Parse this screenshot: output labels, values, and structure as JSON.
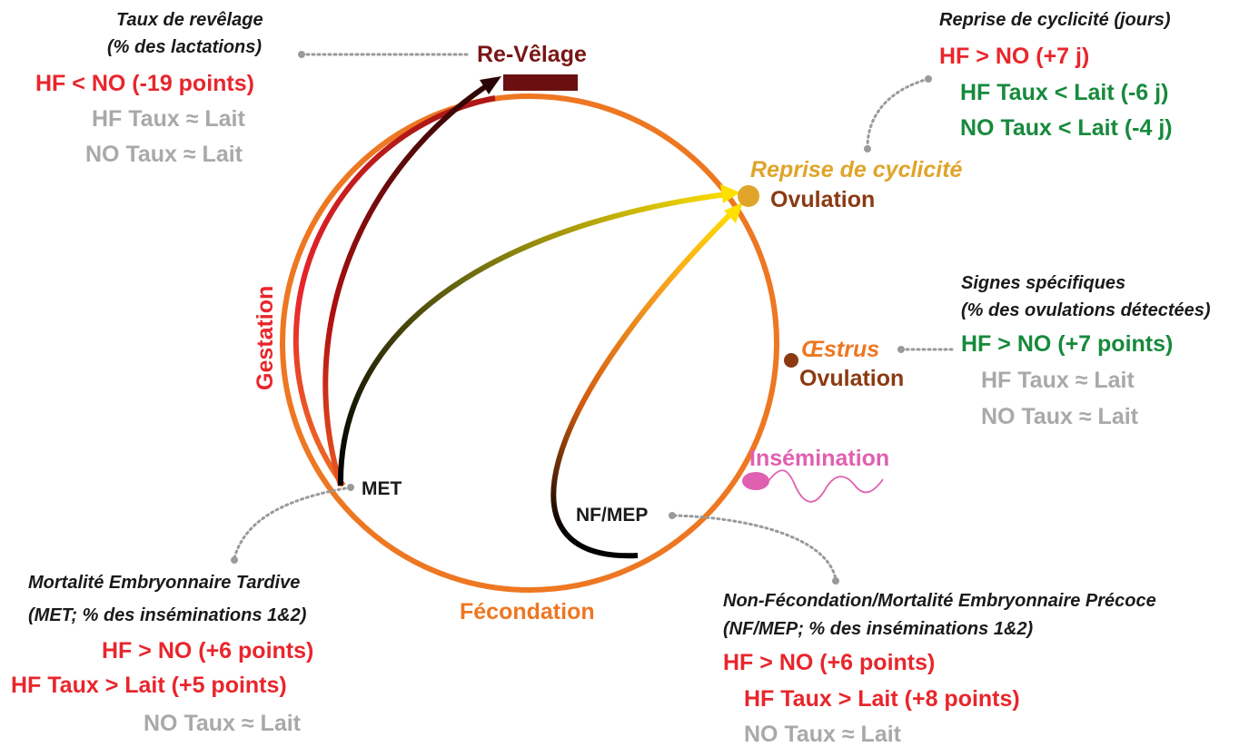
{
  "diagram": {
    "stages": {
      "revelage": "Re-Vêlage",
      "reprise_cyclicite": "Reprise de cyclicité",
      "ovulation_1": "Ovulation",
      "oestrus": "Œstrus",
      "ovulation_2": "Ovulation",
      "insemination": "Insémination",
      "fecondation": "Fécondation",
      "gestation": "Gestation",
      "met": "MET",
      "nf_mep": "NF/MEP"
    },
    "colors": {
      "cycle": "#ee7722",
      "gestation": "#e8262c",
      "revelage_bar": "#6b1010",
      "ovulation_dot": "#e0a42a",
      "oestrus_dot": "#8b3a12",
      "insemination": "#e060b0"
    },
    "annotations": {
      "revelage": {
        "title": "Taux de revêlage",
        "subtitle": "(% des lactations)",
        "lines": [
          "HF < NO (-19 points)",
          "HF Taux ≈ Lait",
          "NO Taux ≈ Lait"
        ]
      },
      "cyclicite": {
        "title": "Reprise de cyclicité (jours)",
        "lines": [
          "HF > NO (+7 j)",
          "HF Taux < Lait (-6 j)",
          "NO Taux < Lait (-4 j)"
        ]
      },
      "signes": {
        "title": "Signes spécifiques",
        "subtitle": "(% des ovulations détectées)",
        "lines": [
          "HF > NO (+7 points)",
          "HF Taux ≈ Lait",
          "NO Taux ≈ Lait"
        ]
      },
      "met": {
        "title": "Mortalité Embryonnaire Tardive",
        "subtitle": "(MET; % des inséminations 1&2)",
        "lines": [
          "HF > NO (+6 points)",
          "HF Taux > Lait (+5 points)",
          "NO Taux ≈ Lait"
        ]
      },
      "nfmep": {
        "title": "Non-Fécondation/Mortalité Embryonnaire Précoce",
        "subtitle": "(NF/MEP; % des inséminations 1&2)",
        "lines": [
          "HF > NO (+6 points)",
          "HF Taux > Lait (+8 points)",
          "NO Taux ≈ Lait"
        ]
      }
    }
  }
}
